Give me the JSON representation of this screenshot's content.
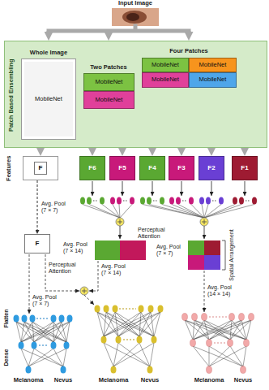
{
  "diagram": {
    "nodes": [
      {
        "text": [
          "Patch Based Ensembling"
        ]
      },
      {
        "text": [
          "MobileNet"
        ],
        "in": 0
      },
      {
        "text": [
          "MobileNet"
        ],
        "in": 0
      },
      {
        "text": [
          "MobileNet"
        ],
        "in": 0
      },
      {
        "text": [
          "MobileNet"
        ],
        "in": 0
      },
      {
        "text": [
          "MobileNet"
        ],
        "in": 0
      },
      {
        "text": [
          "MobileNet"
        ],
        "in": 0
      },
      {
        "text": [
          "MobileNet"
        ],
        "in": 0
      },
      {
        "text": [
          "F"
        ]
      },
      {
        "text": [
          "F6"
        ]
      },
      {
        "text": [
          "F5"
        ]
      },
      {
        "text": [
          "F4"
        ]
      },
      {
        "text": [
          "F3"
        ]
      },
      {
        "text": [
          "F2"
        ]
      },
      {
        "text": [
          "F1"
        ]
      },
      {
        "text": [
          "F"
        ]
      }
    ],
    "edges": [
      {
        "from": 1,
        "to": 8,
        "arrow": "to"
      },
      {
        "from": 2,
        "to": 9,
        "arrow": "to"
      },
      {
        "from": 3,
        "to": 10,
        "arrow": "to"
      },
      {
        "from": 4,
        "to": 11,
        "arrow": "to"
      },
      {
        "from": 5,
        "to": 14,
        "arrow": "to"
      },
      {
        "from": 6,
        "to": 12,
        "arrow": "to"
      },
      {
        "from": 7,
        "to": 13,
        "arrow": "to"
      },
      {
        "from": 8,
        "to": 15,
        "label": "Avg. Pool (7 × 7)",
        "arrow": "to"
      }
    ],
    "labels": [
      "Input Image",
      "Whole Image",
      "Two Patches",
      "Four Patches",
      "Features",
      "Perceptual Attention",
      "Avg. Pool (7 × 14)",
      "Avg. Pool (7 × 7)",
      "Spatial Arrangement",
      "Perceptual Attention",
      "Avg. Pool (7 × 14)",
      "Avg. Pool (14 × 14)",
      "Avg. Pool (7 × 7)",
      "Flatten",
      "Dense",
      "Melanoma",
      "Nevus",
      "Melanoma",
      "Nevus",
      "Melanoma",
      "Nevus"
    ]
  }
}
